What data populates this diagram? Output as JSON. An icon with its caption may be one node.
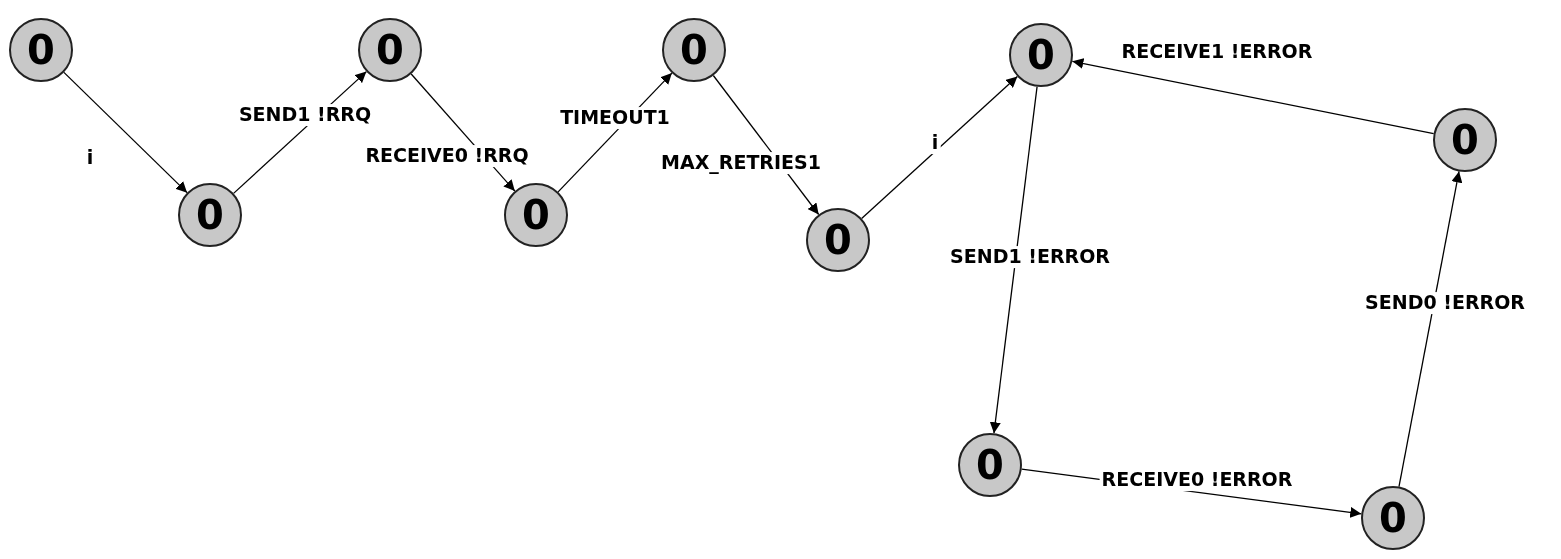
{
  "diagram": {
    "nodes": [
      {
        "text": [
          "0"
        ]
      },
      {
        "text": [
          "0"
        ]
      },
      {
        "text": [
          "0"
        ]
      },
      {
        "text": [
          "0"
        ]
      },
      {
        "text": [
          "0"
        ]
      },
      {
        "text": [
          "0"
        ]
      },
      {
        "text": [
          "0"
        ]
      },
      {
        "text": [
          "0"
        ]
      },
      {
        "text": [
          "0"
        ]
      },
      {
        "text": [
          "0"
        ]
      }
    ],
    "edges": [
      {
        "from": 0,
        "to": 1,
        "arrow": "to",
        "label": "i"
      },
      {
        "from": 1,
        "to": 2,
        "arrow": "to",
        "label": "SEND1 !RRQ"
      },
      {
        "from": 2,
        "to": 3,
        "arrow": "to",
        "label": "RECEIVE0 !RRQ"
      },
      {
        "from": 3,
        "to": 4,
        "arrow": "to",
        "label": "TIMEOUT1"
      },
      {
        "from": 4,
        "to": 5,
        "arrow": "to",
        "label": "MAX_RETRIES1"
      },
      {
        "from": 5,
        "to": 6,
        "arrow": "to",
        "label": "i"
      },
      {
        "from": 6,
        "to": 8,
        "arrow": "to",
        "label": "SEND1 !ERROR"
      },
      {
        "from": 8,
        "to": 9,
        "arrow": "to",
        "label": "RECEIVE0 !ERROR"
      },
      {
        "from": 9,
        "to": 7,
        "arrow": "to",
        "label": "SEND0 !ERROR"
      },
      {
        "from": 7,
        "to": 6,
        "arrow": "to",
        "label": "RECEIVE1 !ERROR"
      }
    ]
  }
}
